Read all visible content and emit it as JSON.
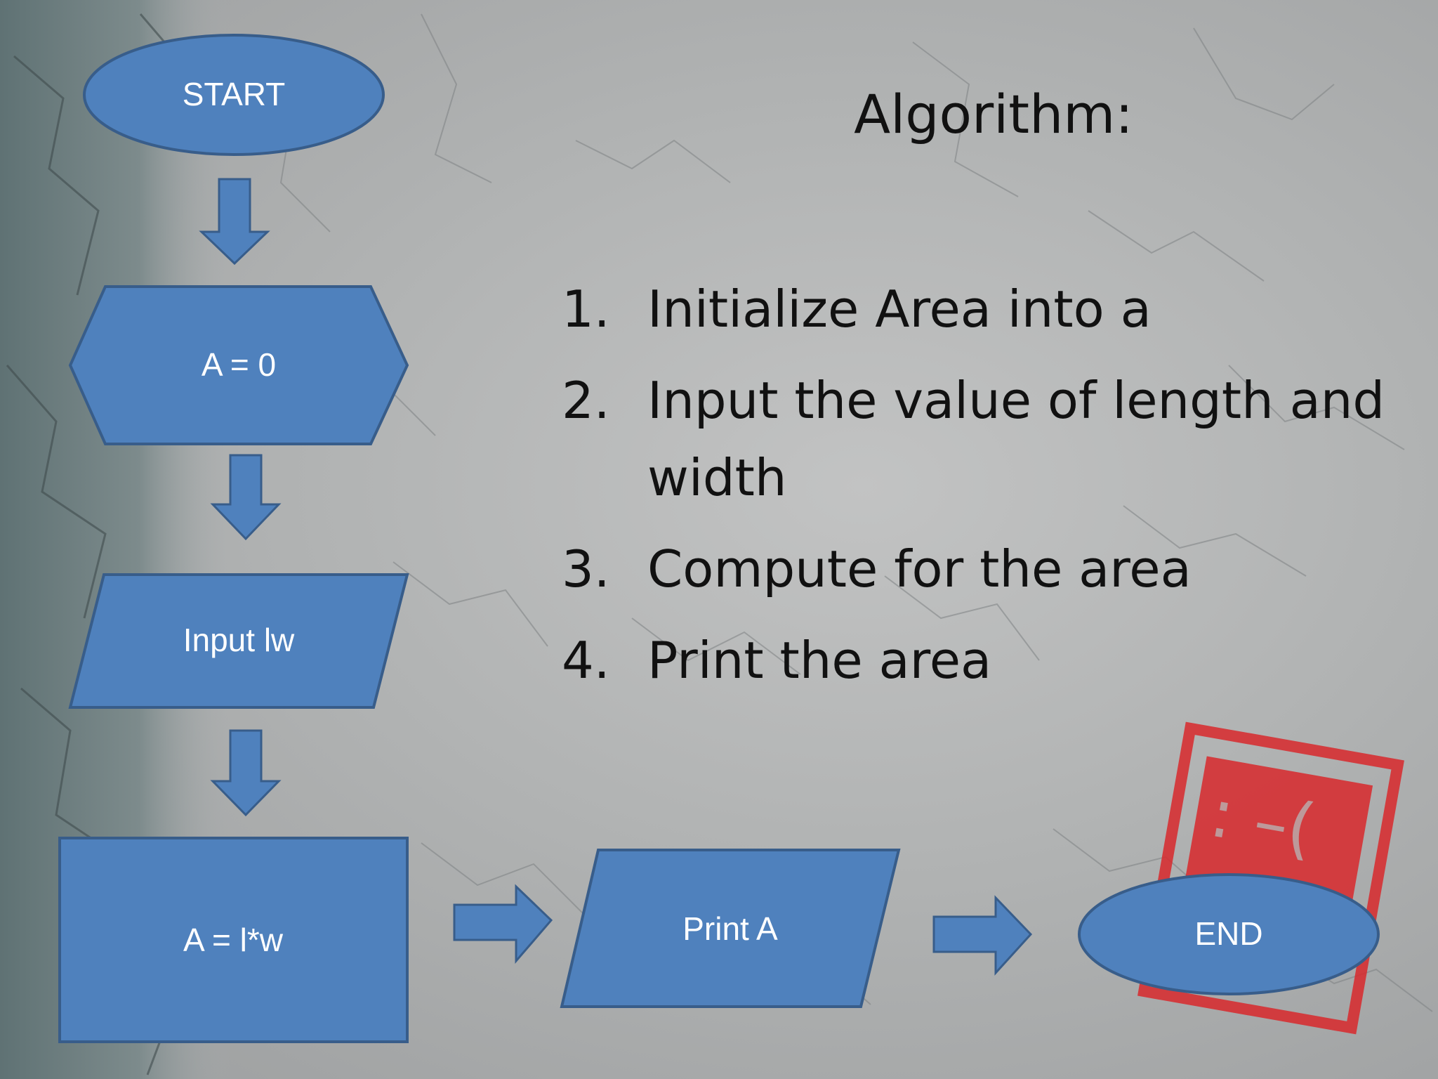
{
  "algorithm": {
    "title": "Algorithm:",
    "steps": [
      {
        "number": "1.",
        "text": "Initialize Area into a"
      },
      {
        "number": "2.",
        "text": "Input the value of length and width"
      },
      {
        "number": "3.",
        "text": "Compute for the area"
      },
      {
        "number": "4.",
        "text": "Print the area"
      }
    ]
  },
  "flowchart": {
    "start": "START",
    "init": "A = 0",
    "input": "Input lw",
    "process": "A = l*w",
    "output": "Print A",
    "end": "END"
  },
  "colors": {
    "shape_fill": "#4f81bd",
    "shape_stroke": "#385d8a",
    "stamp_red": "#d8282c",
    "text_dark": "#111111"
  }
}
